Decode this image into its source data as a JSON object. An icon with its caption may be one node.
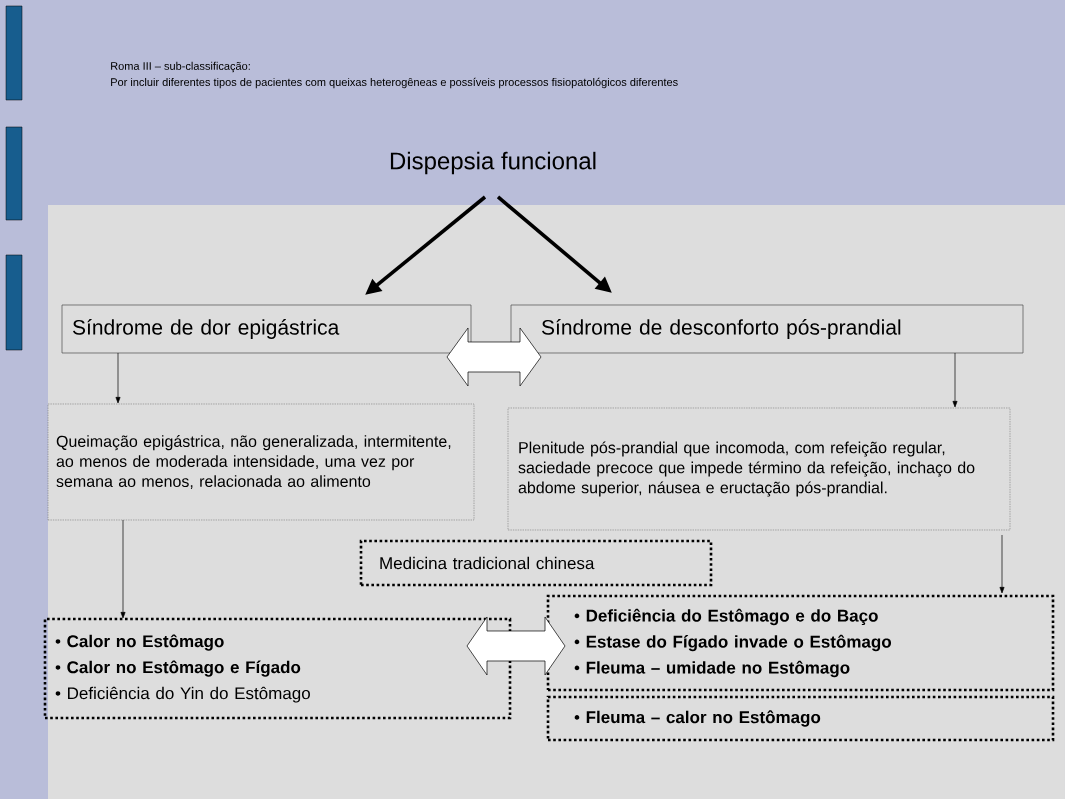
{
  "diagram": {
    "nodes": [
      {
        "text": [
          "Dispepsia funcional"
        ]
      },
      {
        "text": [
          "Síndrome de dor epigástrica"
        ]
      },
      {
        "text": [
          "Síndrome de desconforto pós-prandial"
        ]
      },
      {
        "text": [
          "Queimação epigástrica, não generalizada, intermitente, ao menos de moderada intensidade, uma vez por semana ao menos, relacionada ao alimento"
        ]
      },
      {
        "text": [
          "Plenitude pós-prandial que incomoda, com refeição regular, saciedade precoce que impede término da refeição, inchaço do abdome superior, náusea e eructação pós-prandial."
        ]
      },
      {
        "text": [
          "Medicina tradicional chinesa"
        ]
      },
      {
        "text": [
          "• **Calor no Estômago**",
          "• **Calor no Estômago e Fígado**",
          "• Deficiência do Yin do Estômago"
        ]
      },
      {
        "text": [
          "• **Deficiência do Estômago e do Baço**",
          "• **Estase do Fígado invade o Estômago**",
          "• **Fleuma – umidade no Estômago**"
        ]
      },
      {
        "text": [
          "• **Fleuma – calor no Estômago**"
        ]
      }
    ],
    "edges": [
      {
        "from": 0,
        "to": 1,
        "arrow": "to",
        "style": "thick"
      },
      {
        "from": 0,
        "to": 2,
        "arrow": "to",
        "style": "thick"
      },
      {
        "from": 1,
        "to": 2,
        "arrow": "both"
      },
      {
        "from": 1,
        "to": 3,
        "arrow": "to"
      },
      {
        "from": 2,
        "to": 4,
        "arrow": "to"
      },
      {
        "from": 3,
        "to": 6,
        "arrow": "to"
      },
      {
        "from": 4,
        "to": 7,
        "arrow": "to"
      },
      {
        "from": 6,
        "to": 7,
        "arrow": "both"
      }
    ],
    "labels": [
      "Roma III – sub-classificação:",
      "Por incluir diferentes tipos de pacientes com queixas heterogêneas e possíveis processos fisiopatológicos diferentes"
    ]
  }
}
